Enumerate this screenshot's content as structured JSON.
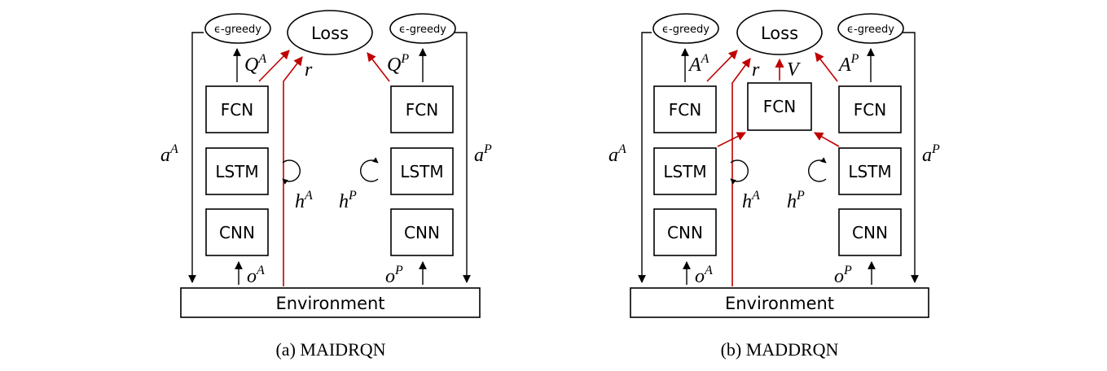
{
  "colors": {
    "flow": "#000000",
    "loss_flow": "#c00000"
  },
  "labels": {
    "greedy": "ϵ-greedy",
    "loss": "Loss",
    "fcn": "FCN",
    "lstm": "LSTM",
    "cnn": "CNN",
    "environment": "Environment",
    "reward": "r",
    "value": "V",
    "action_base": "a",
    "obs_base": "o",
    "hidden_base": "h",
    "q_base": "Q",
    "adv_base": "A",
    "agent_sup": "A",
    "partner_sup": "P"
  },
  "panels": [
    {
      "caption": "(a) MAIDRQN"
    },
    {
      "caption": "(b) MADDRQN"
    }
  ]
}
